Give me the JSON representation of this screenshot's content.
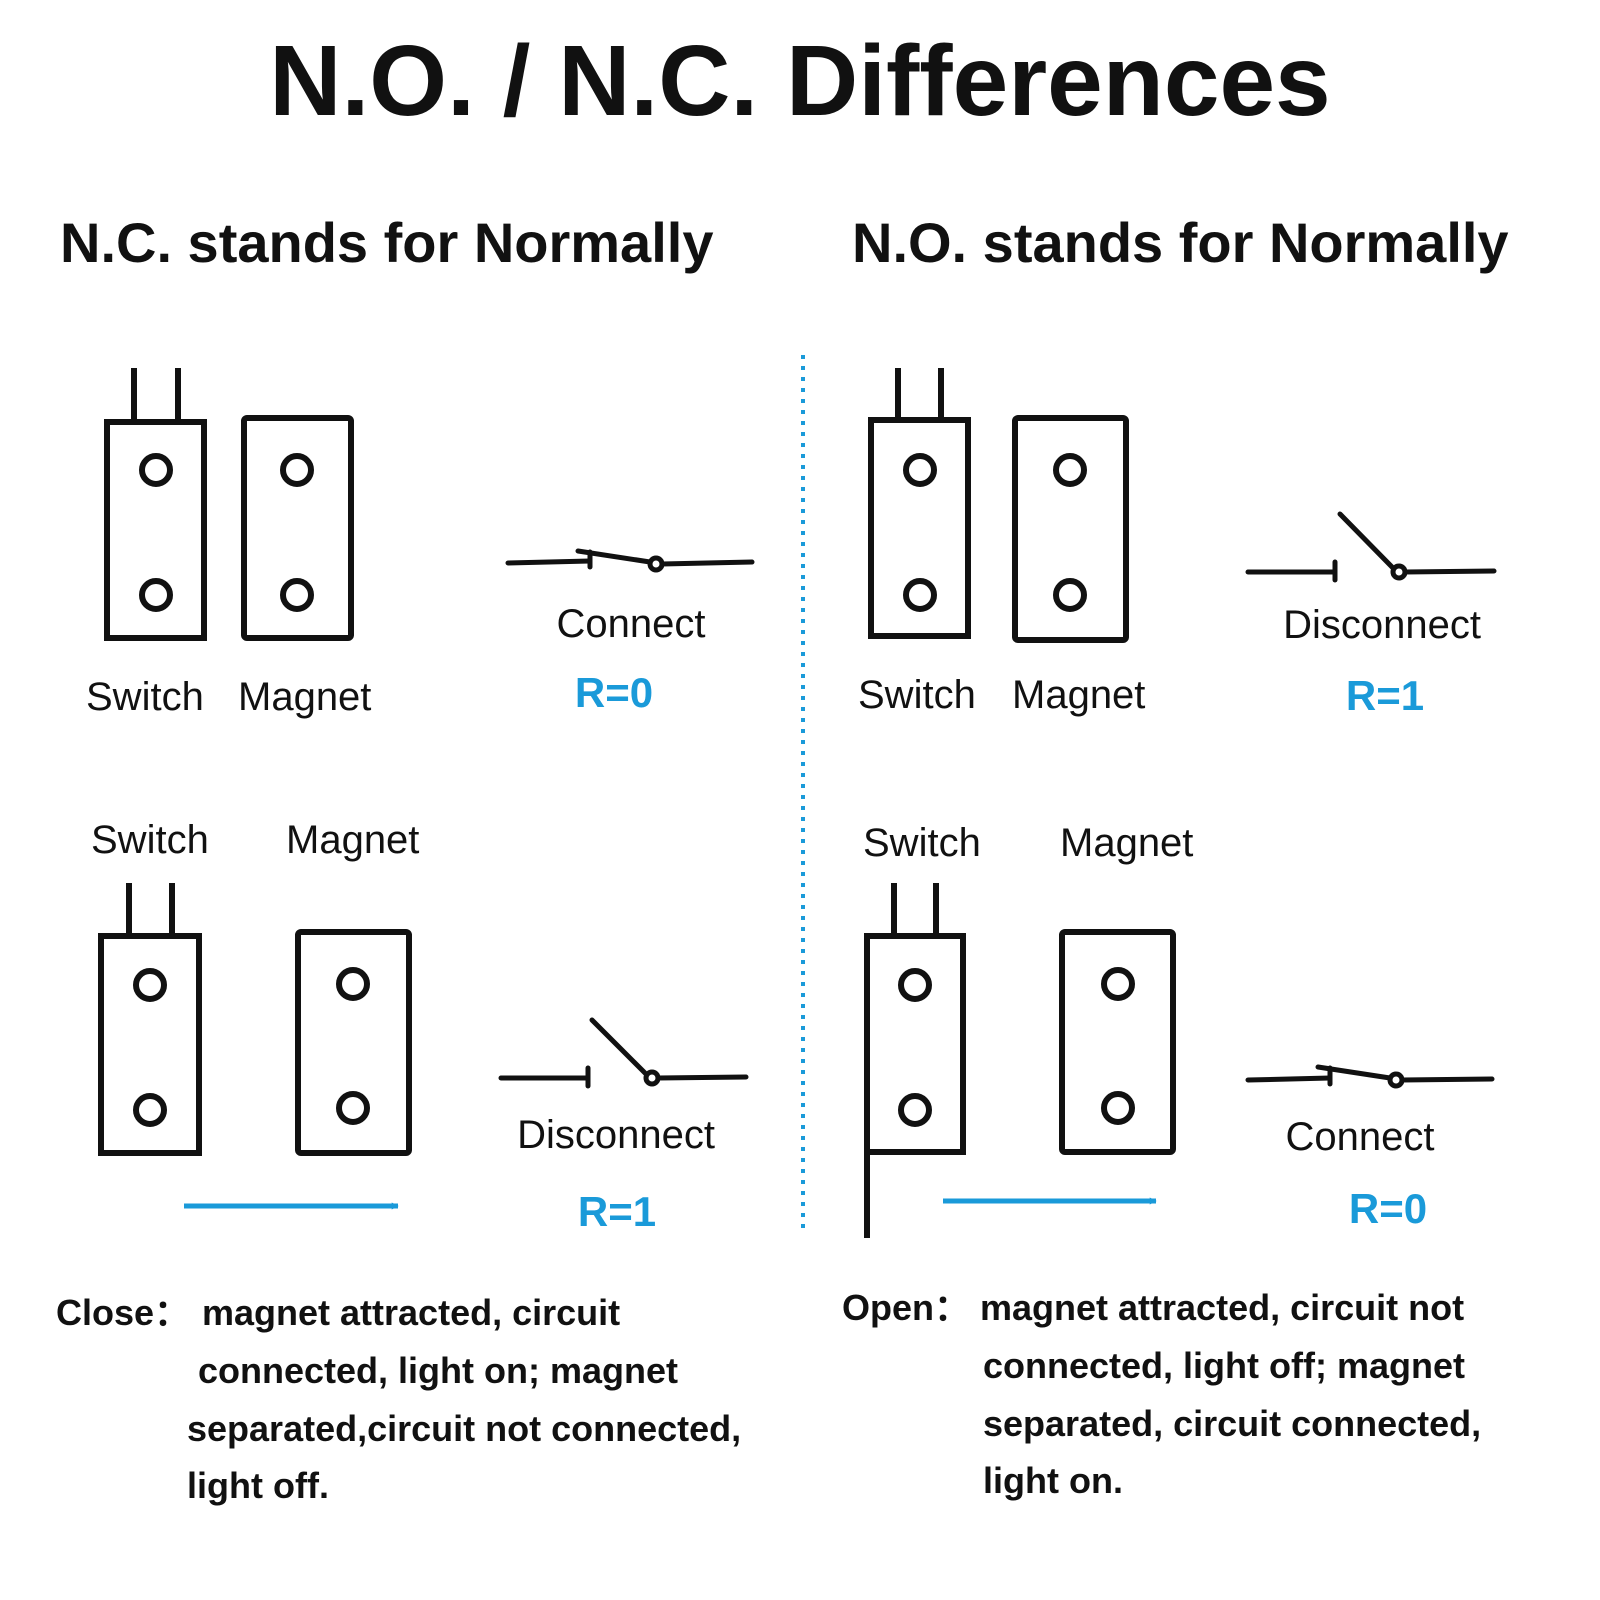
{
  "title": "N.O. / N.C. Differences",
  "colors": {
    "ink": "#111111",
    "accent": "#1a9ad9"
  },
  "left": {
    "heading": "N.C. stands for Normally",
    "top": {
      "switch_label": "Switch",
      "magnet_label": "Magnet",
      "state": "Connect",
      "resistance": "R=0"
    },
    "bottom": {
      "switch_label": "Switch",
      "magnet_label": "Magnet",
      "state": "Disconnect",
      "resistance": "R=1"
    },
    "caption_label": "Close：",
    "caption_lines": [
      "magnet attracted, circuit",
      "connected, light on; magnet",
      "separated,circuit not connected,",
      "light off."
    ]
  },
  "right": {
    "heading": "N.O. stands for Normally",
    "top": {
      "switch_label": "Switch",
      "magnet_label": "Magnet",
      "state": "Disconnect",
      "resistance": "R=1"
    },
    "bottom": {
      "switch_label": "Switch",
      "magnet_label": "Magnet",
      "state": "Connect",
      "resistance": "R=0"
    },
    "caption_label": "Open：",
    "caption_lines": [
      "magnet attracted, circuit not",
      "connected, light off; magnet",
      "separated, circuit connected,",
      "light on."
    ]
  }
}
